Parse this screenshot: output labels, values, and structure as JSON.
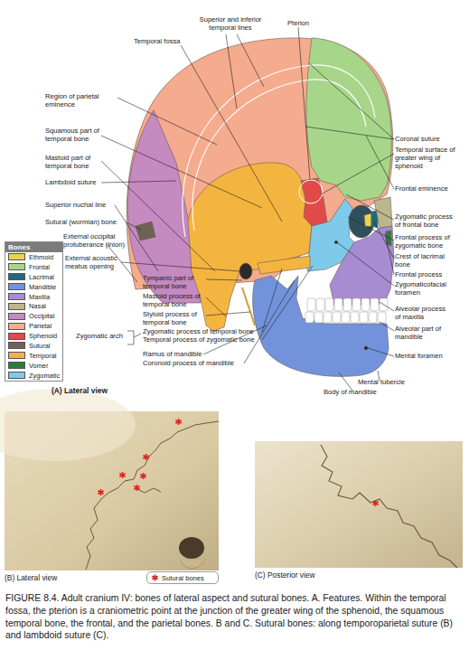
{
  "diagram": {
    "caption": "FIGURE 8.4. Adult cranium IV: bones of lateral aspect and sutural bones. A. Features. Within the temporal fossa, the pterion is a craniometric point at the junction of the greater wing of the sphenoid, the squamous temporal bone, the frontal, and the parietal bones. B and C. Sutural bones: along temporoparietal suture (B) and lambdoid suture (C).",
    "nodes": [
      {
        "text": [
          "(B) Lateral view"
        ]
      },
      {
        "text": [
          "(C) Posterior view"
        ]
      }
    ],
    "labels": [
      "Superior and inferior temporal lines",
      "Pterion",
      "Temporal fossa",
      "Region of parietal eminence",
      "Coronal suture",
      "Temporal surface of greater wing of sphenoid",
      "Frontal eminence",
      "Squamous part of temporal bone",
      "Mastoid part of temporal bone",
      "Zygomatic process of frontal bone",
      "Lambdoid suture",
      "Frontal process of zygomatic bone",
      "Superior nuchal line",
      "Sutural (wormian) bone",
      "Crest of lacrimal bone",
      "External occipital protuberance (inion)",
      "Frontal process",
      "Zygomaticofacial foramen",
      "External acoustic meatus opening",
      "Alveolar process of maxilla",
      "Tympanic part of temporal bone",
      "Mastoid process of temporal bone",
      "Styloid process of temporal bone",
      "Alveolar part of mandible",
      "Zygomatic arch",
      "Zygomatic process of temporal bone",
      "Temporal process of zygomatic bone",
      "Mental foramen",
      "Ramus of mandible",
      "Mental tubercle",
      "Coronoid process of mandible",
      "Body of mandible",
      "(A) Lateral view",
      "Bones"
    ],
    "legend": [
      {
        "text": "Ethmoid",
        "color": "#e8d44c"
      },
      {
        "text": "Frontal",
        "color": "#a7d68a"
      },
      {
        "text": "Lacrimal",
        "color": "#1d6b7c"
      },
      {
        "text": "Mandible",
        "color": "#7293db"
      },
      {
        "text": "Maxilla",
        "color": "#a88cd2"
      },
      {
        "text": "Nasal",
        "color": "#bcb68c"
      },
      {
        "text": "Occipital",
        "color": "#c58ac0"
      },
      {
        "text": "Parietal",
        "color": "#f5ab8e"
      },
      {
        "text": "Sphenoid",
        "color": "#e24a4a"
      },
      {
        "text": "Sutural",
        "color": "#6e6256"
      },
      {
        "text": "Temporal",
        "color": "#f4b540"
      },
      {
        "text": "Vomer",
        "color": "#2e7b3c"
      },
      {
        "text": "Zygomatic",
        "color": "#7fcaea"
      },
      {
        "text": "Sutural bones"
      }
    ]
  }
}
